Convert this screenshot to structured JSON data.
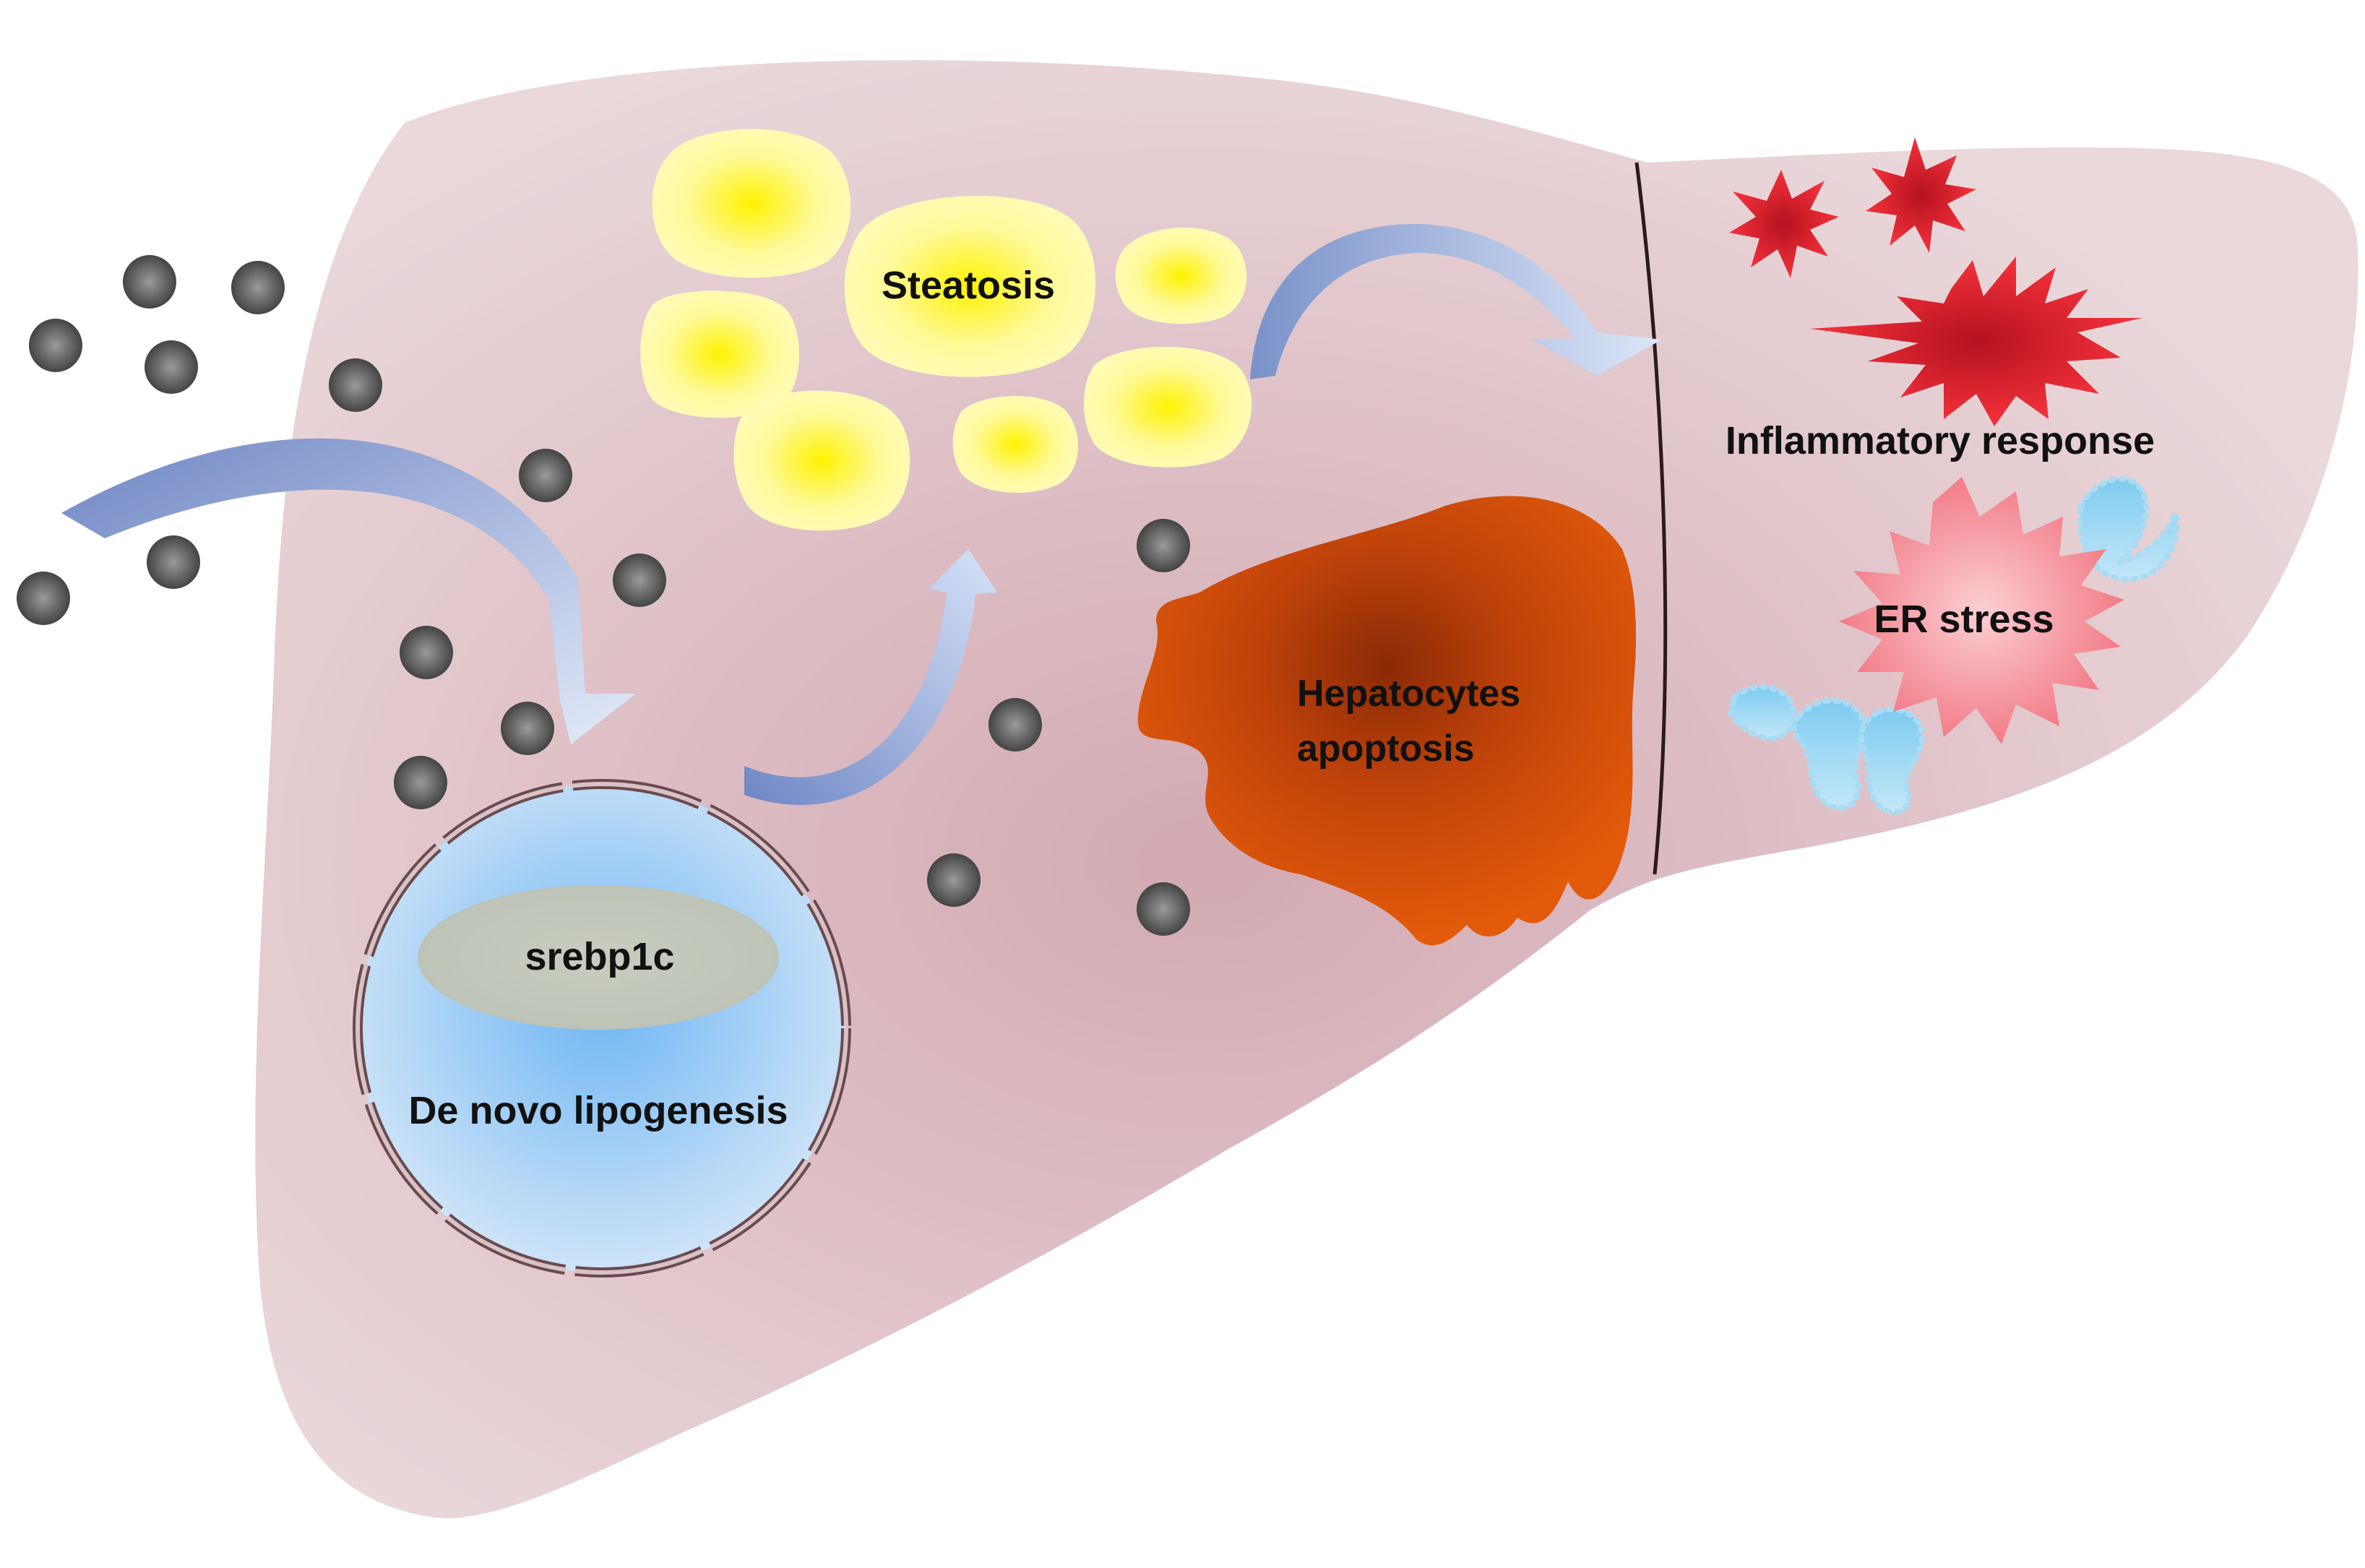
{
  "labels": {
    "steatosis": "Steatosis",
    "inflammatory_response": "Inflammatory response",
    "er_stress": "ER stress",
    "hepatocytes_apoptosis_line1": "Hepatocytes",
    "hepatocytes_apoptosis_line2": "apoptosis",
    "srebp1c": "srebp1c",
    "de_novo_lipogenesis": "De novo lipogenesis"
  },
  "colors": {
    "liver": "#dfc7cb",
    "lipid_droplet": "#fff87a",
    "apoptotic_cell": "#d64a0f",
    "inflammation": "#e8212f",
    "er_stress_burst": "#f49aa2",
    "nucleus": "#a9d2f3",
    "arrow": "#8da6d6",
    "particle": "#555555"
  },
  "icons": [
    "fatty-acid-particle",
    "lipid-droplet",
    "curved-arrow",
    "inflammation-starburst",
    "er-stress-burst",
    "nucleus",
    "apoptotic-hepatocyte"
  ]
}
